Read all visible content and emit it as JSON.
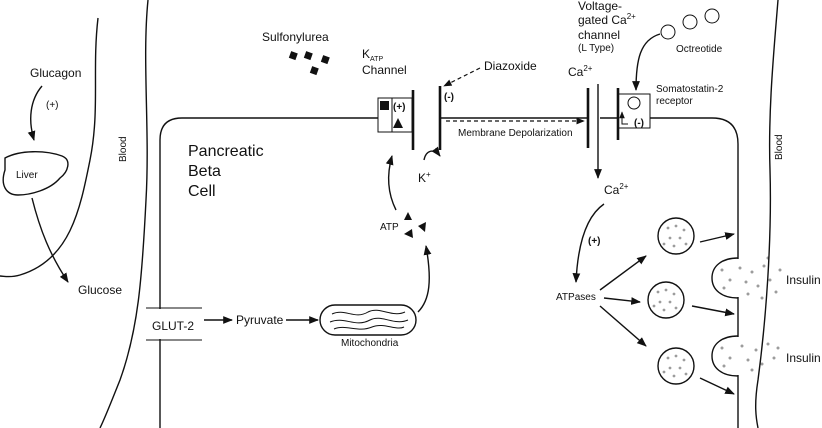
{
  "labels": {
    "glucagon": "Glucagon",
    "glucagon_effect": "(+)",
    "liver": "Liver",
    "glucose": "Glucose",
    "blood_left": "Blood",
    "blood_right": "Blood",
    "cell_title_1": "Pancreatic",
    "cell_title_2": "Beta",
    "cell_title_3": "Cell",
    "glut2": "GLUT-2",
    "pyruvate": "Pyruvate",
    "mitochondria": "Mitochondria",
    "atp": "ATP",
    "sulfonylurea": "Sulfonylurea",
    "katp_k": "K",
    "katp_sub": "ATP",
    "katp_channel": "Channel",
    "katp_effect": "(+)",
    "k_ion": "K",
    "k_sup": "+",
    "diazoxide": "Diazoxide",
    "diazoxide_effect": "(-)",
    "membrane_depol": "Membrane Depolarization",
    "vgcc_1": "Voltage-",
    "vgcc_2": "gated Ca",
    "vgcc_sup": "2+",
    "vgcc_3": "channel",
    "vgcc_4": "(L Type)",
    "ca_outside": "Ca",
    "ca_outside_sup": "2+",
    "ca_inside": "Ca",
    "ca_inside_sup": "2+",
    "octreotide": "Octreotide",
    "sst_1": "Somatostatin-2",
    "sst_2": "receptor",
    "sst_effect": "(-)",
    "ca_effect": "(+)",
    "atpases": "ATPases",
    "insulin_1": "Insulin",
    "insulin_2": "Insulin"
  }
}
